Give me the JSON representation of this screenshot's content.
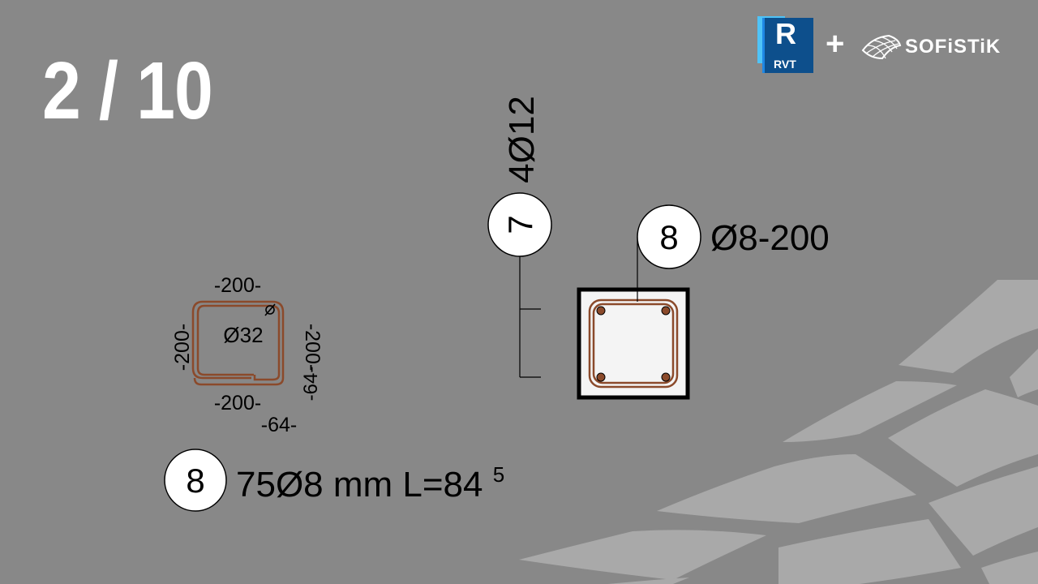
{
  "slide": {
    "counter": "2 / 10"
  },
  "logos": {
    "revit_letter": "R",
    "revit_label": "RVT",
    "plus": "+",
    "sofistik_name": "SOFiSTiK"
  },
  "bending_schedule": {
    "dim_top": "-200-",
    "dim_left": "-200-",
    "dim_right": "-200-",
    "dim_bottom": "-200-",
    "dim_hook_vertical": "-64-",
    "dim_hook_horizontal": "-64-",
    "mandrel_label": "Ø32",
    "mark_number": "8",
    "schedule_text": "75Ø8 mm L=84",
    "schedule_superscript": "5"
  },
  "section": {
    "longitudinal_mark": "7",
    "longitudinal_label": "4Ø12",
    "stirrup_mark": "8",
    "stirrup_label": "Ø8-200"
  },
  "colors": {
    "background": "#888888",
    "rebar": "#8b4a2b",
    "concrete_fill": "#f4f4f4",
    "background_shapes": "#a9a9a9",
    "text_white": "#ffffff",
    "revit_blue": "#0d4f8c",
    "revit_light_blue": "#4fc3f7"
  }
}
